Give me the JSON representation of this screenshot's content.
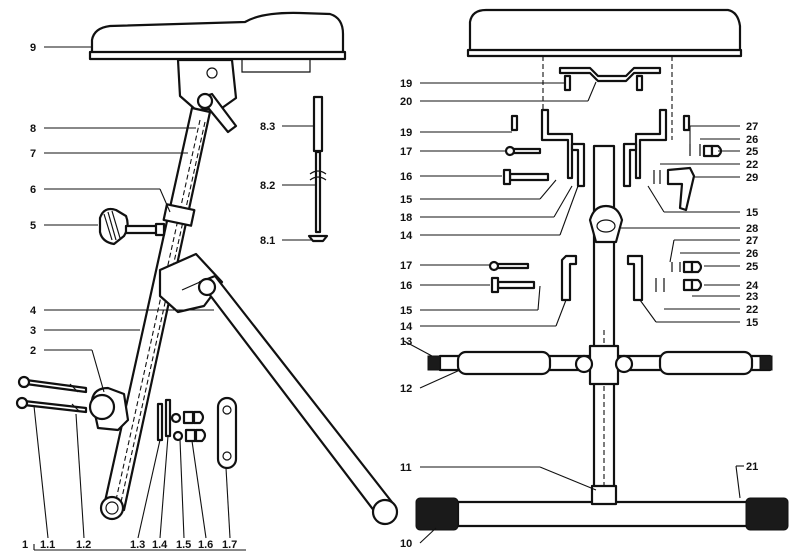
{
  "callouts_left": {
    "c9": "9",
    "c8": "8",
    "c7": "7",
    "c6": "6",
    "c5": "5",
    "c4": "4",
    "c3": "3",
    "c2": "2",
    "c8_3": "8.3",
    "c8_2": "8.2",
    "c8_1": "8.1",
    "c1": "1",
    "c1_1": "1.1",
    "c1_2": "1.2",
    "c1_3": "1.3",
    "c1_4": "1.4",
    "c1_5": "1.5",
    "c1_6": "1.6",
    "c1_7": "1.7"
  },
  "callouts_right": {
    "c19a": "19",
    "c20": "20",
    "c19b": "19",
    "c17a": "17",
    "c16a": "16",
    "c15a": "15",
    "c18": "18",
    "c14a": "14",
    "c17b": "17",
    "c16b": "16",
    "c15b": "15",
    "c14b": "14",
    "c13": "13",
    "c12": "12",
    "c11": "11",
    "c10": "10",
    "c27a": "27",
    "c26a": "26",
    "c25a": "25",
    "c22a": "22",
    "c29": "29",
    "c15c": "15",
    "c28": "28",
    "c27b": "27",
    "c26b": "26",
    "c25b": "25",
    "c24": "24",
    "c23": "23",
    "c22b": "22",
    "c15d": "15",
    "c21": "21"
  }
}
